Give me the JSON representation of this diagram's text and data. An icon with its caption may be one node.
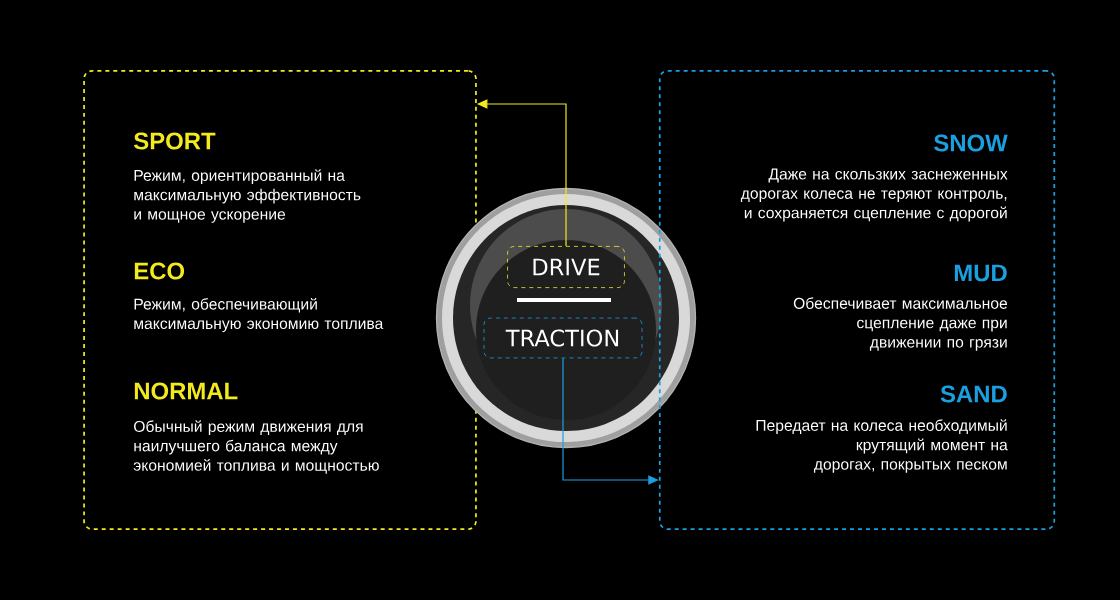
{
  "diagram": {
    "nodes": [
      {
        "text": [
          "SPORT",
          "Режим, ориентированный на максимальную эффективность и мощное ускорение",
          "ECO",
          "Режим, обеспечивающий максимальную экономию топлива",
          "NORMAL",
          "Обычный режим движения для наилучшего баланса между экономией топлива и мощностью"
        ]
      },
      {
        "text": [],
        "shape": "circle"
      },
      {
        "text": [
          "DRIVE"
        ],
        "in": 1
      },
      {
        "text": [
          "TRACTION"
        ],
        "in": 1
      },
      {
        "text": [
          "SNOW",
          "Даже на скользких заснеженных дорогах колеса не теряют контроль, и сохраняется сцепление с дорогой",
          "MUD",
          "Обеспечивает максимальное сцепление даже при движении по грязи",
          "SAND",
          "Передает на колеса необходимый крутящий момент на дорогах, покрытых песком"
        ]
      }
    ],
    "edges": [
      {
        "from": 2,
        "to": 0,
        "arrow": "to",
        "color": "#f2ea1c"
      },
      {
        "from": 3,
        "to": 4,
        "arrow": "to",
        "color": "#1a9fe0"
      }
    ]
  }
}
